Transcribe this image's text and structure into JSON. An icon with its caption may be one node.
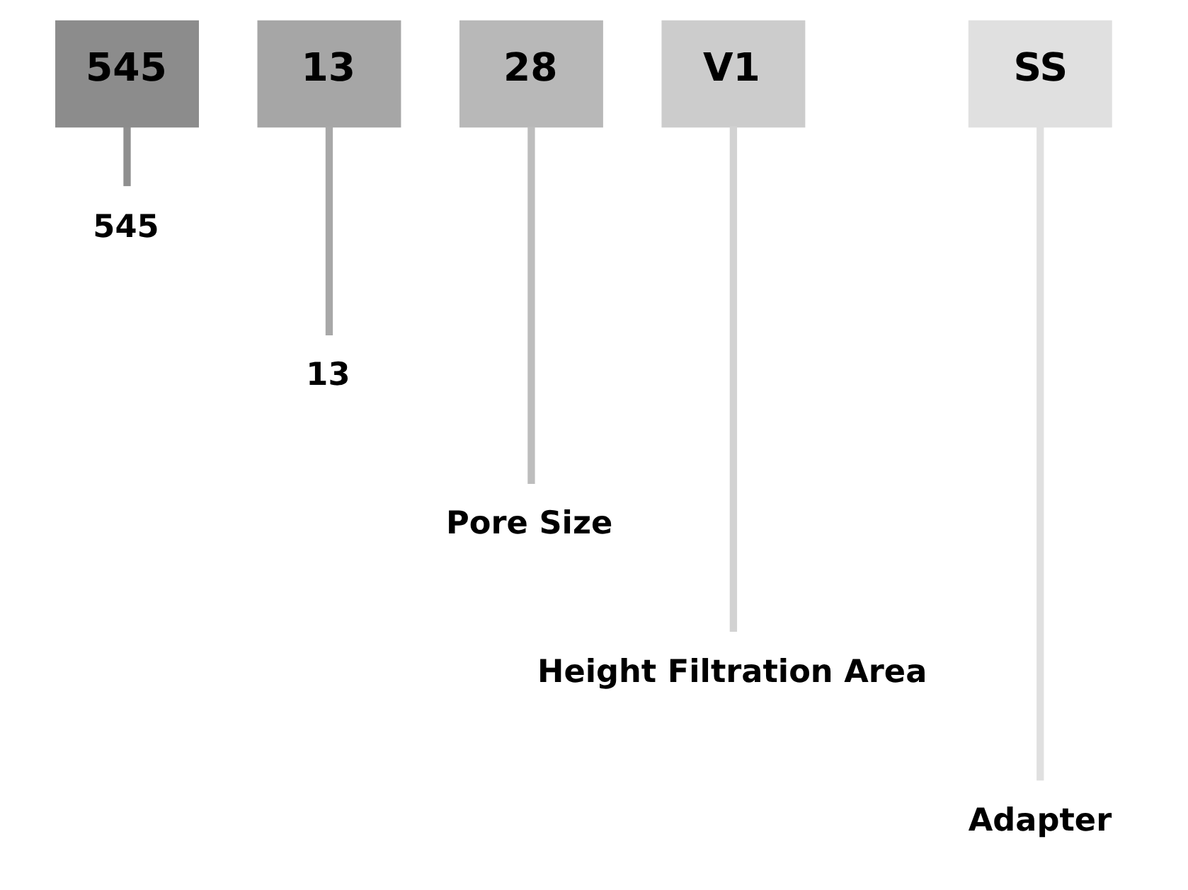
{
  "diagram": {
    "nodes": [
      {
        "text": [
          "545"
        ]
      },
      {
        "text": [
          "13"
        ]
      },
      {
        "text": [
          "28"
        ]
      },
      {
        "text": [
          "V1"
        ]
      },
      {
        "text": [
          "SS"
        ]
      },
      {
        "text": [
          "545"
        ]
      },
      {
        "text": [
          "13"
        ]
      },
      {
        "text": [
          "Pore Size"
        ]
      },
      {
        "text": [
          "Height Filtration Area"
        ]
      },
      {
        "text": [
          "Adapter"
        ]
      }
    ],
    "edges": [
      {
        "from": 0,
        "to": 5,
        "arrow": "none",
        "color": "#8f8f8f"
      },
      {
        "from": 1,
        "to": 6,
        "arrow": "none",
        "color": "#a8a8a8"
      },
      {
        "from": 2,
        "to": 7,
        "arrow": "none",
        "color": "#bdbdbd"
      },
      {
        "from": 3,
        "to": 8,
        "arrow": "none",
        "color": "#d2d2d2"
      },
      {
        "from": 4,
        "to": 9,
        "arrow": "none",
        "color": "#e0e0e0"
      }
    ]
  }
}
